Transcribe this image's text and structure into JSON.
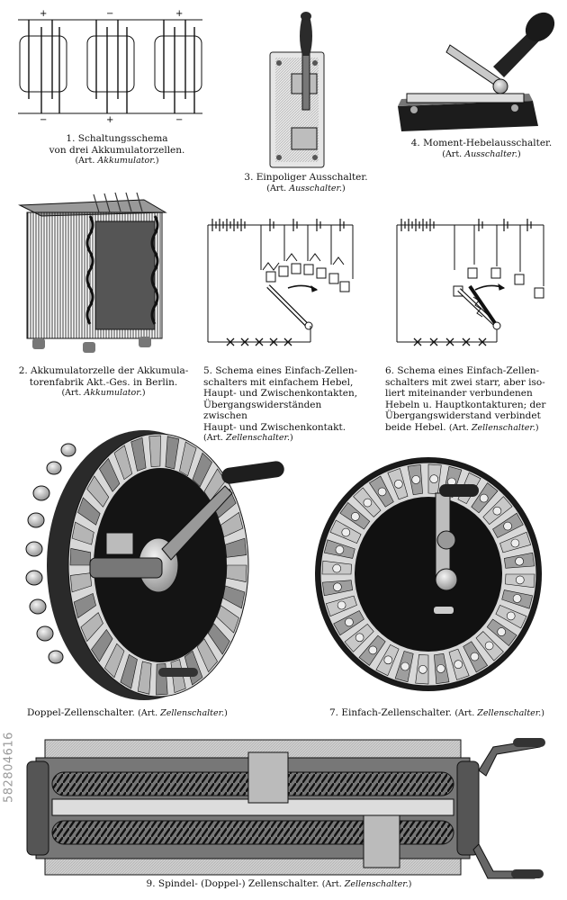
{
  "figures": [
    {
      "id": "1",
      "lines": [
        "1. Schaltungsschema",
        "von drei Akkumulatorzellen."
      ],
      "ref_prefix": "(Art. ",
      "ref_term": "Akkumulator.",
      "ref_suffix": ")"
    },
    {
      "id": "3",
      "lines": [
        "3. Einpoliger Ausschalter."
      ],
      "ref_prefix": "(Art. ",
      "ref_term": "Ausschalter.",
      "ref_suffix": ")"
    },
    {
      "id": "4",
      "lines": [
        "4. Moment-Hebelausschalter."
      ],
      "ref_prefix": "(Art. ",
      "ref_term": "Ausschalter.",
      "ref_suffix": ")"
    },
    {
      "id": "2",
      "lines": [
        "2. Akkumulatorzelle der Akkumula-",
        "torenfabrik Akt.-Ges. in Berlin."
      ],
      "ref_prefix": "(Art. ",
      "ref_term": "Akkumulator.",
      "ref_suffix": ")"
    },
    {
      "id": "5",
      "lines": [
        "5. Schema eines Einfach-Zellen-",
        "schalters mit einfachem Hebel,",
        "Haupt- und Zwischenkontakten,",
        "Übergangswiderständen zwischen",
        "Haupt- und Zwischenkontakt."
      ],
      "ref_prefix": "(Art. ",
      "ref_term": "Zellenschalter.",
      "ref_suffix": ")"
    },
    {
      "id": "6",
      "lines": [
        "6. Schema eines Einfach-Zellen-",
        "schalters mit zwei starr, aber iso-",
        "liert miteinander verbundenen",
        "Hebeln u. Hauptkontakturen; der",
        "Übergangswiderstand verbindet",
        "beide Hebel."
      ],
      "ref_prefix": "(Art. ",
      "ref_term": "Zellenschalter.",
      "ref_suffix": ")"
    },
    {
      "id": "8",
      "lines": [
        "Doppel-Zellenschalter."
      ],
      "ref_prefix": "(Art. ",
      "ref_term": "Zellenschalter.",
      "ref_suffix": ")"
    },
    {
      "id": "7",
      "lines": [
        "7. Einfach-Zellenschalter."
      ],
      "ref_prefix": "(Art. ",
      "ref_term": "Zellenschalter.",
      "ref_suffix": ")"
    },
    {
      "id": "9",
      "lines": [
        "9. Spindel- (Doppel-) Zellenschalter."
      ],
      "ref_prefix": "(Art. ",
      "ref_term": "Zellenschalter.",
      "ref_suffix": ")"
    }
  ],
  "polarity": {
    "plus": "+",
    "minus": "−"
  },
  "watermark": "582804616"
}
